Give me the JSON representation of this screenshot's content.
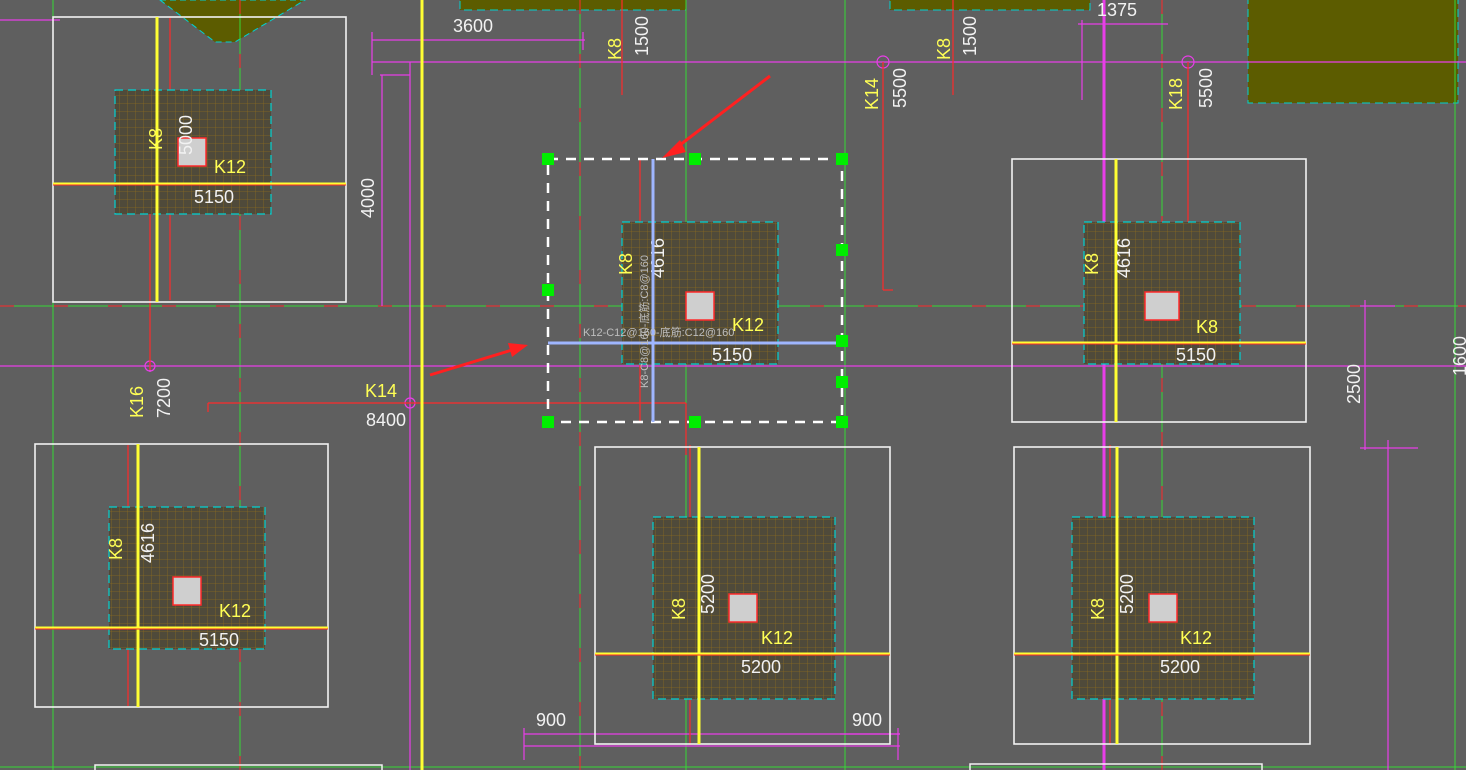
{
  "colors": {
    "background": "#5f5f5f",
    "grid_axis": "#36d936",
    "dim_magenta": "#e83ee8",
    "dim_red": "#ff2a2a",
    "beam_yellow": "#ffff33",
    "footing_outline": "#ffffff",
    "mesh_cyan": "#00d2d2",
    "mesh_fill": "#4f4a3a",
    "column_fill": "#cfcfcf",
    "olive_block": "#5c5c00",
    "selection_grip": "#00ee00",
    "arrow_red": "#ff2020"
  },
  "footings": [
    {
      "id": "f1",
      "k_vertical": "K8",
      "dim_vertical": "5000",
      "k_horizontal": "K12",
      "dim_horizontal": "5150"
    },
    {
      "id": "f2",
      "k_vertical": "K8",
      "dim_vertical": "4616",
      "k_horizontal": "K12",
      "dim_horizontal": "5150"
    },
    {
      "id": "f3",
      "k_vertical": "K8",
      "dim_vertical": "4616",
      "k_horizontal": "K8",
      "dim_horizontal": "5150"
    },
    {
      "id": "f4",
      "k_vertical": "K8",
      "dim_vertical": "4616",
      "k_horizontal": "K12",
      "dim_horizontal": "5150"
    },
    {
      "id": "f5",
      "k_vertical": "K8",
      "dim_vertical": "5200",
      "k_horizontal": "K12",
      "dim_horizontal": "5200"
    },
    {
      "id": "f6",
      "k_vertical": "K8",
      "dim_vertical": "5200",
      "k_horizontal": "K12",
      "dim_horizontal": "5200"
    }
  ],
  "beam_labels": {
    "top_1": {
      "k": "K8",
      "dim": "1500"
    },
    "top_2": {
      "k": "K8",
      "dim": "1500"
    },
    "k14_vertical": {
      "k": "K14",
      "dim": "5500"
    },
    "k18_vertical": {
      "k": "K18",
      "dim": "5500"
    },
    "k16_vertical": {
      "k": "K16",
      "dim": "7200"
    },
    "k14_horizontal": {
      "k": "K14",
      "dim": "8400"
    }
  },
  "dimensions": {
    "top_left_3600": "3600",
    "top_right_1375": "1375",
    "left_4000": "4000",
    "right_2500": "2500",
    "right_edge_1600": "1600",
    "bottom_left_900": "900",
    "bottom_right_900": "900"
  },
  "selected_rebar": {
    "horizontal_label": "K12-C12@160-底筋:C12@160",
    "vertical_label": "K8-C8@160-底筋:C8@160"
  }
}
